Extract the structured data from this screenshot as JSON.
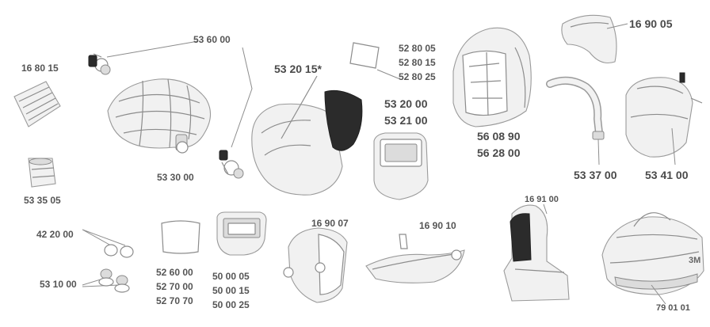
{
  "part_labels": [
    {
      "id": "p168015",
      "codes": [
        "16 80 15"
      ]
    },
    {
      "id": "p536000",
      "codes": [
        "53 60 00"
      ]
    },
    {
      "id": "p532015",
      "codes": [
        "53 20 15*"
      ]
    },
    {
      "id": "p528005",
      "codes": [
        "52 80 05",
        "52 80 15",
        "52 80 25"
      ]
    },
    {
      "id": "p532000",
      "codes": [
        "53 20 00",
        "53 21 00"
      ]
    },
    {
      "id": "p560890",
      "codes": [
        "56 08 90",
        "56 28 00"
      ]
    },
    {
      "id": "p169005",
      "codes": [
        "16 90 05"
      ]
    },
    {
      "id": "p533700",
      "codes": [
        "53 37 00"
      ]
    },
    {
      "id": "p534100",
      "codes": [
        "53 41 00"
      ]
    },
    {
      "id": "p533000",
      "codes": [
        "53 30 00"
      ]
    },
    {
      "id": "p533505",
      "codes": [
        "53 35 05"
      ]
    },
    {
      "id": "p422000",
      "codes": [
        "42 20 00"
      ]
    },
    {
      "id": "p531000",
      "codes": [
        "53 10 00"
      ]
    },
    {
      "id": "p526000",
      "codes": [
        "52 60 00",
        "52 70 00",
        "52 70 70"
      ]
    },
    {
      "id": "p500005",
      "codes": [
        "50 00 05",
        "50 00 15",
        "50 00 25"
      ]
    },
    {
      "id": "p169007",
      "codes": [
        "16 90 07"
      ]
    },
    {
      "id": "p169010",
      "codes": [
        "16 90 10"
      ]
    },
    {
      "id": "p169100",
      "codes": [
        "16 91 00"
      ]
    },
    {
      "id": "p790101",
      "codes": [
        "79 01 01"
      ]
    }
  ],
  "brand_mark": "3M",
  "colors": {
    "ink": "#555555",
    "line": "#9a9a9a",
    "dark_lens": "#0c0c0c"
  }
}
